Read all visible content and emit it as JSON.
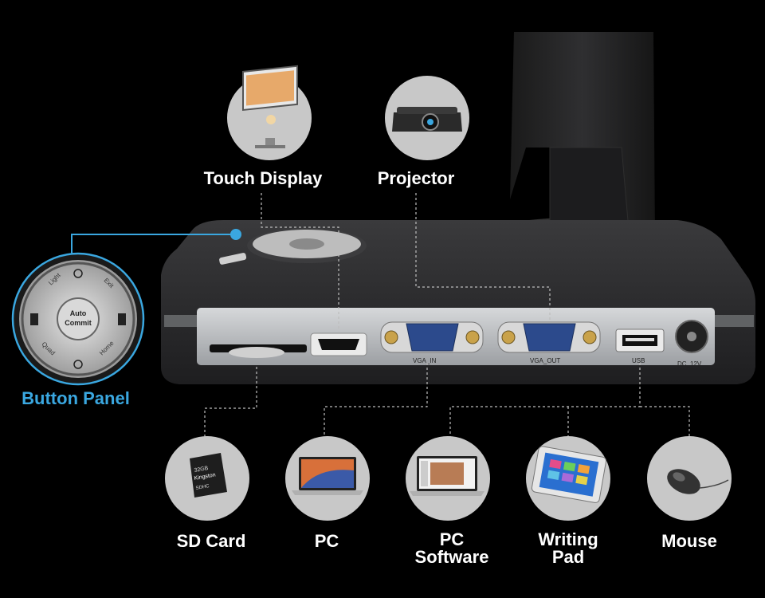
{
  "labels": {
    "touch_display": "Touch Display",
    "projector": "Projector",
    "button_panel": "Button Panel",
    "sd_card": "SD Card",
    "pc": "PC",
    "pc_software_line1": "PC",
    "pc_software_line2": "Software",
    "writing_pad_line1": "Writing",
    "writing_pad_line2": "Pad",
    "mouse": "Mouse"
  },
  "ports": {
    "vga_in": "VGA_IN",
    "vga_out": "VGA_OUT",
    "usb": "USB",
    "dc": "DC_12V"
  },
  "panel_buttons": {
    "center_line1": "Auto",
    "center_line2": "Commit",
    "light": "Light",
    "exit": "Exit",
    "home": "Home",
    "quad": "Quad"
  },
  "sd_card_text": {
    "brand": "Kingston",
    "capacity": "32GB",
    "type": "SDHC"
  },
  "colors": {
    "accent_blue": "#3aa7e0",
    "circle_bg": "#c9c9c9",
    "device_body": "#2b2b2b",
    "panel_silver": "#b9bcc0"
  }
}
